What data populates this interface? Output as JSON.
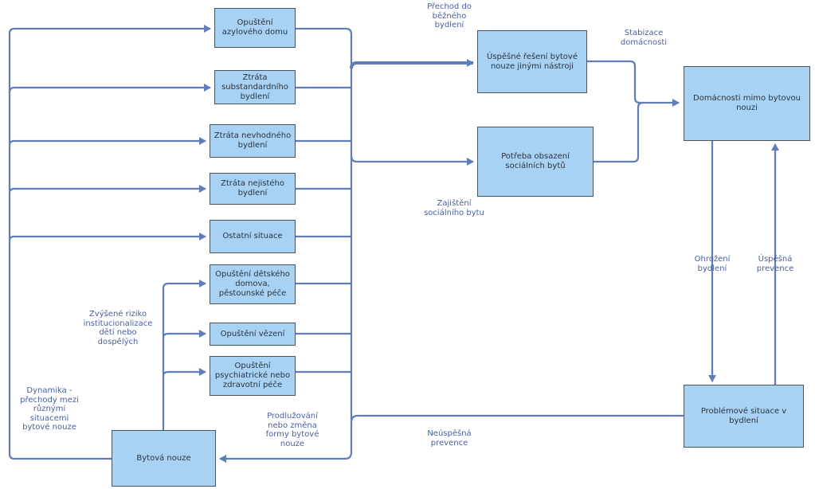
{
  "colors": {
    "box_fill": "#a8d2f4",
    "box_border": "#4a5560",
    "line": "#5e7dba",
    "label_text": "#4a5f9e"
  },
  "boxes": {
    "opusteni_azyloveho": "Opuštění azylového domu",
    "ztrata_substandardniho": "Ztráta substandardního bydlení",
    "ztrata_nevhodneho": "Ztráta nevhodného bydlení",
    "ztrata_nejisteho": "Ztráta nejistého bydlení",
    "ostatni_situace": "Ostatní situace",
    "opusteni_detskeho": "Opuštění dětského domova, pěstounské péče",
    "opusteni_vezeni": "Opuštění vězení",
    "opusteni_psychiatricke": "Opuštění psychiatrické nebo zdravotní péče",
    "bytova_nouze": "Bytová nouze",
    "uspesne_reseni": "Úspěšné řešení bytové nouze jinými nástroji",
    "potreba_obsazeni": "Potřeba obsazení sociálních bytů",
    "domacnosti_mimo": "Domácnosti mimo bytovou nouzi",
    "problemove_situace": "Problémové situace v bydlení"
  },
  "labels": {
    "prechod": "Přechod do\nběžného\nbydlení",
    "stabizace": "Stabizace\ndomácnosti",
    "zajisteni": "Zajištění\nsociálního bytu",
    "ohrozeni": "Ohrožení\nbydlení",
    "uspesna_prevence": "Úspěšná\nprevence",
    "zvysene_riziko": "Zvýšené riziko\ninstitucionalizace\ndětí nebo\ndospělých",
    "dynamika": "Dynamika -\npřechody mezi\nrůznými\nsituacemi\nbytové nouze",
    "prodluzovani": "Prodlužování\nnebo změna\nformy bytové\nnouze",
    "neuspesna_prevence": "Neúspěšná\nprevence"
  }
}
